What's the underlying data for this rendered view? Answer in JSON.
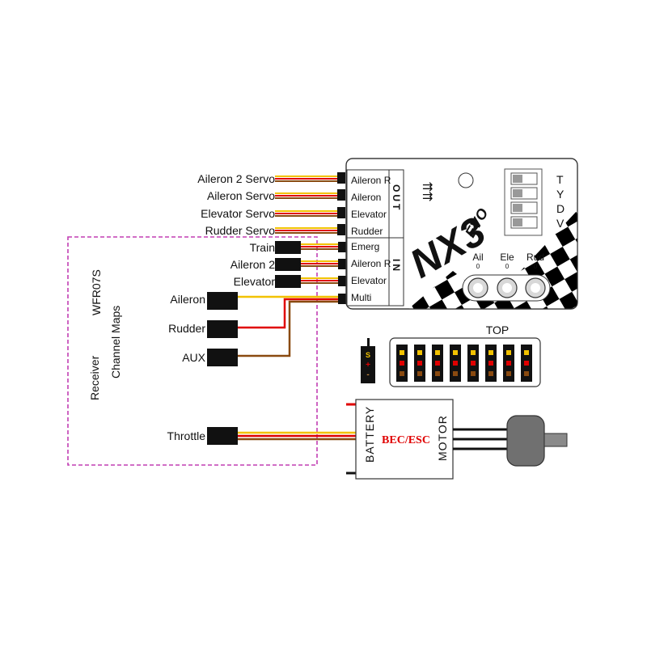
{
  "servo_labels": [
    "Aileron 2 Servo",
    "Aileron Servo",
    "Elevator Servo",
    "Rudder Servo"
  ],
  "receiver_out_labels": [
    "Train",
    "Aileron 2",
    "Elevator"
  ],
  "receiver_left_labels": [
    "Aileron",
    "Rudder",
    "AUX",
    "Throttle"
  ],
  "receiver": {
    "title": "Receiver",
    "model": "WFR07S",
    "subtitle": "Channel Maps"
  },
  "gyro": {
    "out_ports": [
      "Aileron R",
      "Aileron",
      "Elevator",
      "Rudder"
    ],
    "out_label": "OUT",
    "in_ports": [
      "Emerg",
      "Aileron R",
      "Elevator",
      "Multi"
    ],
    "in_label": "IN",
    "logo": "NX3",
    "logo_sub": "EVO",
    "dip_letters": [
      "T",
      "Y",
      "D",
      "V"
    ],
    "knobs": [
      "Ail",
      "Ele",
      "Rud"
    ],
    "knob_mark": "0"
  },
  "pin_header": {
    "label": "TOP",
    "columns": 8
  },
  "connector_legend": {
    "s": "S",
    "plus": "+",
    "minus": "-"
  },
  "esc": {
    "center": "BEC/ESC",
    "left": "BATTERY",
    "right": "MOTOR",
    "plus": "+",
    "minus": "-"
  },
  "colors": {
    "signal": "#f2c200",
    "power": "#e00000",
    "ground": "#8a4a10",
    "box": "#c23fb4",
    "accent": "#e00000"
  }
}
